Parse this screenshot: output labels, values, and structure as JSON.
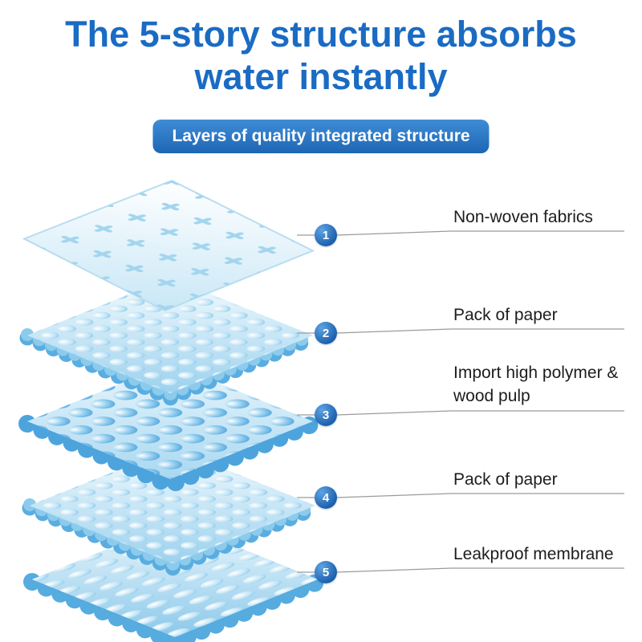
{
  "title": {
    "line1": "The 5-story structure absorbs",
    "line2": "water instantly"
  },
  "badge": {
    "label": "Layers of quality integrated structure"
  },
  "layers": [
    {
      "number": "1",
      "label": "Non-woven fabrics"
    },
    {
      "number": "2",
      "label": "Pack of paper"
    },
    {
      "number": "3",
      "label": "Import high polymer & wood pulp"
    },
    {
      "number": "4",
      "label": "Pack of paper"
    },
    {
      "number": "5",
      "label": "Leakproof membrane"
    }
  ],
  "colors": {
    "title_text": "#1a6bc3",
    "badge_bg": "#2b79c8",
    "badge_text": "#ffffff",
    "marker_bg": "#1c5fae",
    "layer_blue": "#bfe3f5",
    "leader_line": "#9b9b9b"
  }
}
